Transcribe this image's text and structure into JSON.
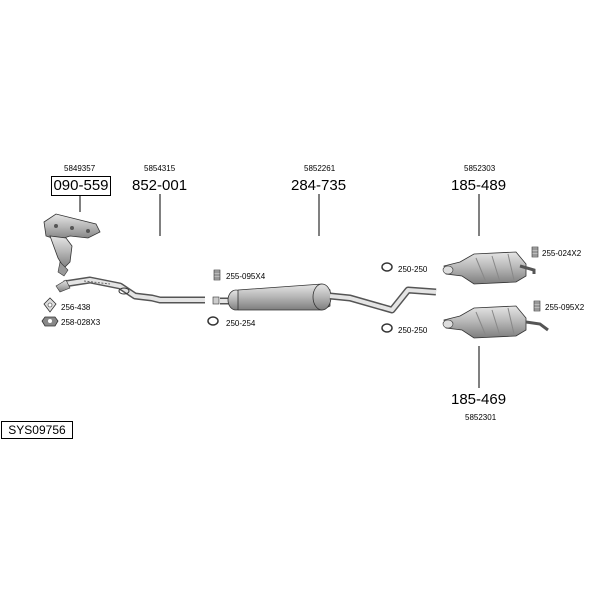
{
  "parts": {
    "manifold": {
      "oe": "5849357",
      "code": "090-559"
    },
    "front_pipe": {
      "oe": "5854315",
      "code": "852-001"
    },
    "middle_silencer": {
      "oe": "5852261",
      "code": "284-735"
    },
    "rear_silencer_upper": {
      "oe": "5852303",
      "code": "185-489"
    },
    "rear_silencer_lower": {
      "oe": "5852301",
      "code": "185-469"
    }
  },
  "fittings": {
    "gasket_256": "256-438",
    "nut_258": "258-028X3",
    "clamp_255_095x4": "255-095X4",
    "ring_250_254": "250-254",
    "ring_250_250_upper": "250-250",
    "ring_250_250_lower": "250-250",
    "clamp_255_024x2": "255-024X2",
    "clamp_255_095x2": "255-095X2"
  },
  "system_code": "SYS09756"
}
